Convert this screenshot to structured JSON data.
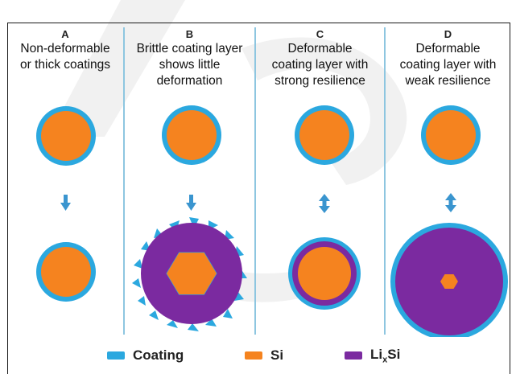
{
  "colors": {
    "coating": "#2ba8df",
    "si": "#f5831f",
    "lixsi": "#7b2aa0",
    "arrow": "#3a95cf",
    "divider": "#8ec6e0"
  },
  "panels": [
    {
      "letter": "A",
      "title": "Non-deformable\nor thick coatings",
      "arrow": "down-arrow-icon"
    },
    {
      "letter": "B",
      "title": "Brittle coating layer\nshows little\ndeformation",
      "arrow": "down-arrow-icon"
    },
    {
      "letter": "C",
      "title": "Deformable\ncoating layer with\nstrong resilience",
      "arrow": "up-down-arrow-icon"
    },
    {
      "letter": "D",
      "title": "Deformable\ncoating layer with\nweak resilience",
      "arrow": "up-down-arrow-icon"
    }
  ],
  "legend": [
    {
      "label": "Coating",
      "color": "#2ba8df"
    },
    {
      "label": "Si",
      "color": "#f5831f"
    },
    {
      "label_main": "Li",
      "label_sub": "x",
      "label_tail": "Si",
      "color": "#7b2aa0"
    }
  ]
}
